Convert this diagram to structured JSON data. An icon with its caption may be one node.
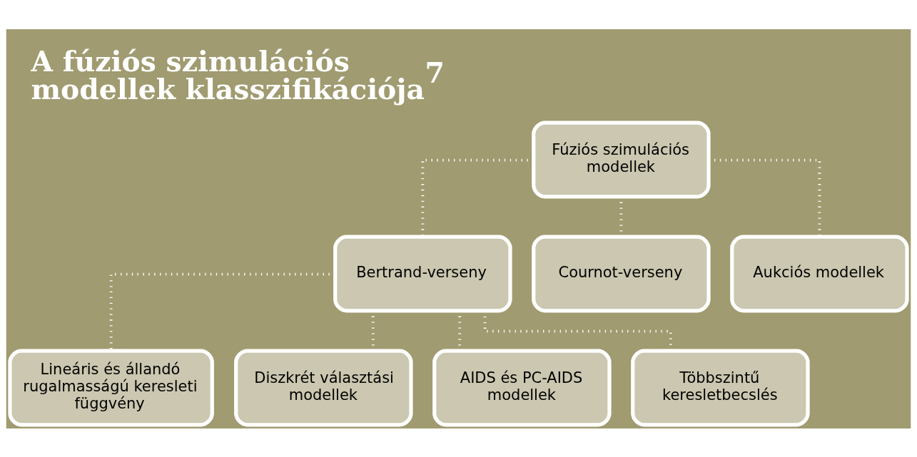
{
  "diagram": {
    "title": "A fúziós szimulációs modellek klasszifikációja$^{7}$",
    "nodes": [
      {
        "text": [
          "Fúziós szimulációs modellek"
        ]
      },
      {
        "text": [
          "Bertrand-verseny"
        ]
      },
      {
        "text": [
          "Cournot-verseny"
        ]
      },
      {
        "text": [
          "Aukciós modellek"
        ]
      },
      {
        "text": [
          "Lineáris és állandó rugalmasságú keresleti függvény"
        ]
      },
      {
        "text": [
          "Diszkrét választási modellek"
        ]
      },
      {
        "text": [
          "AIDS és PC-AIDS modellek"
        ]
      },
      {
        "text": [
          "Többszintű keresletbecslés"
        ]
      }
    ],
    "edges": [
      {
        "from": 0,
        "to": 1,
        "arrow": "none",
        "style": "dashed"
      },
      {
        "from": 0,
        "to": 2,
        "arrow": "none",
        "style": "dashed"
      },
      {
        "from": 0,
        "to": 3,
        "arrow": "none",
        "style": "dashed"
      },
      {
        "from": 1,
        "to": 4,
        "arrow": "none",
        "style": "dashed"
      },
      {
        "from": 1,
        "to": 5,
        "arrow": "none",
        "style": "dashed"
      },
      {
        "from": 1,
        "to": 6,
        "arrow": "none",
        "style": "dashed"
      },
      {
        "from": 1,
        "to": 7,
        "arrow": "none",
        "style": "dashed"
      }
    ]
  }
}
